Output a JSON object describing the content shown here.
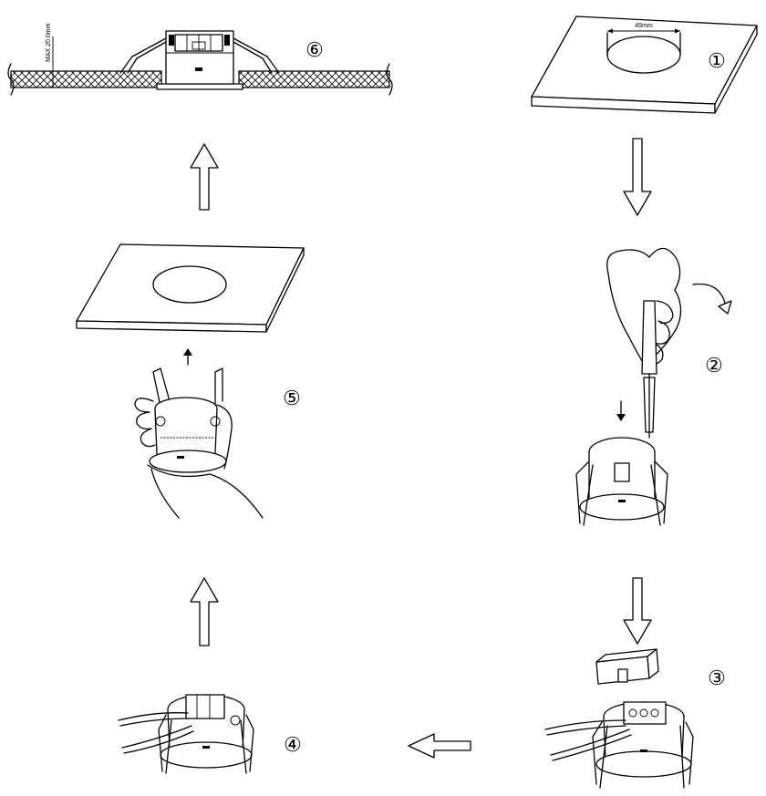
{
  "steps": [
    {
      "number": "1",
      "label": "①",
      "description": ""
    },
    {
      "number": "2",
      "label": "②",
      "description": ""
    },
    {
      "number": "3",
      "label": "③",
      "description": ""
    },
    {
      "number": "4",
      "label": "④",
      "description": ""
    },
    {
      "number": "5",
      "label": "⑤",
      "description": ""
    },
    {
      "number": "6",
      "label": "⑥",
      "description": ""
    }
  ],
  "dimensions": {
    "hole_diameter": "45mm",
    "max_thickness": "MAX 20.0mm"
  },
  "colors": {
    "line": "#000000",
    "background": "#ffffff",
    "hatch": "#000000"
  }
}
